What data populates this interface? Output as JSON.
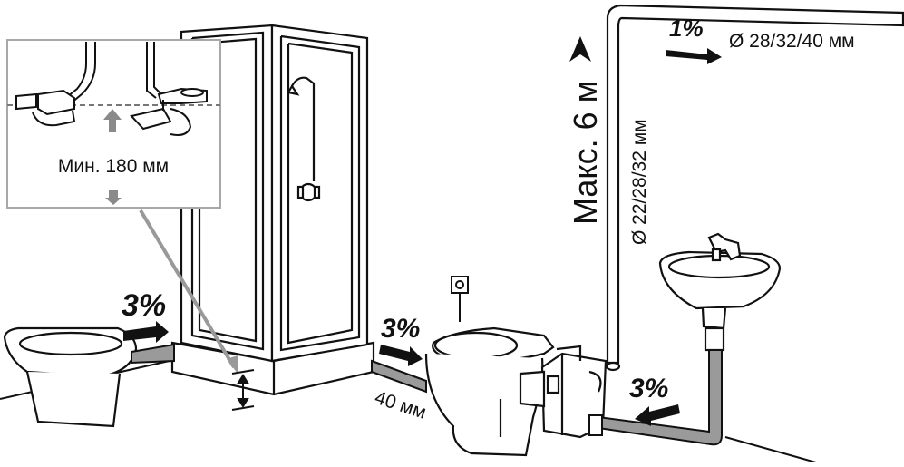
{
  "labels": {
    "min_height": "Мин. 180 мм",
    "max_height": "Макс. 6 м",
    "vertical_pipe_diameter": "Ø 22/28/32 мм",
    "horizontal_pipe_diameter": "Ø 28/32/40 мм",
    "slope_top": "1%",
    "slope_toilet_left": "3%",
    "slope_toilet_center": "3%",
    "slope_sink": "3%",
    "pipe_40": "40 мм"
  },
  "colors": {
    "line": "#111111",
    "pipe_gray": "#9a9a9a",
    "arrow_gray": "#8a8a8a",
    "inset_border": "#a8a8a8",
    "fill": "#ffffff"
  }
}
